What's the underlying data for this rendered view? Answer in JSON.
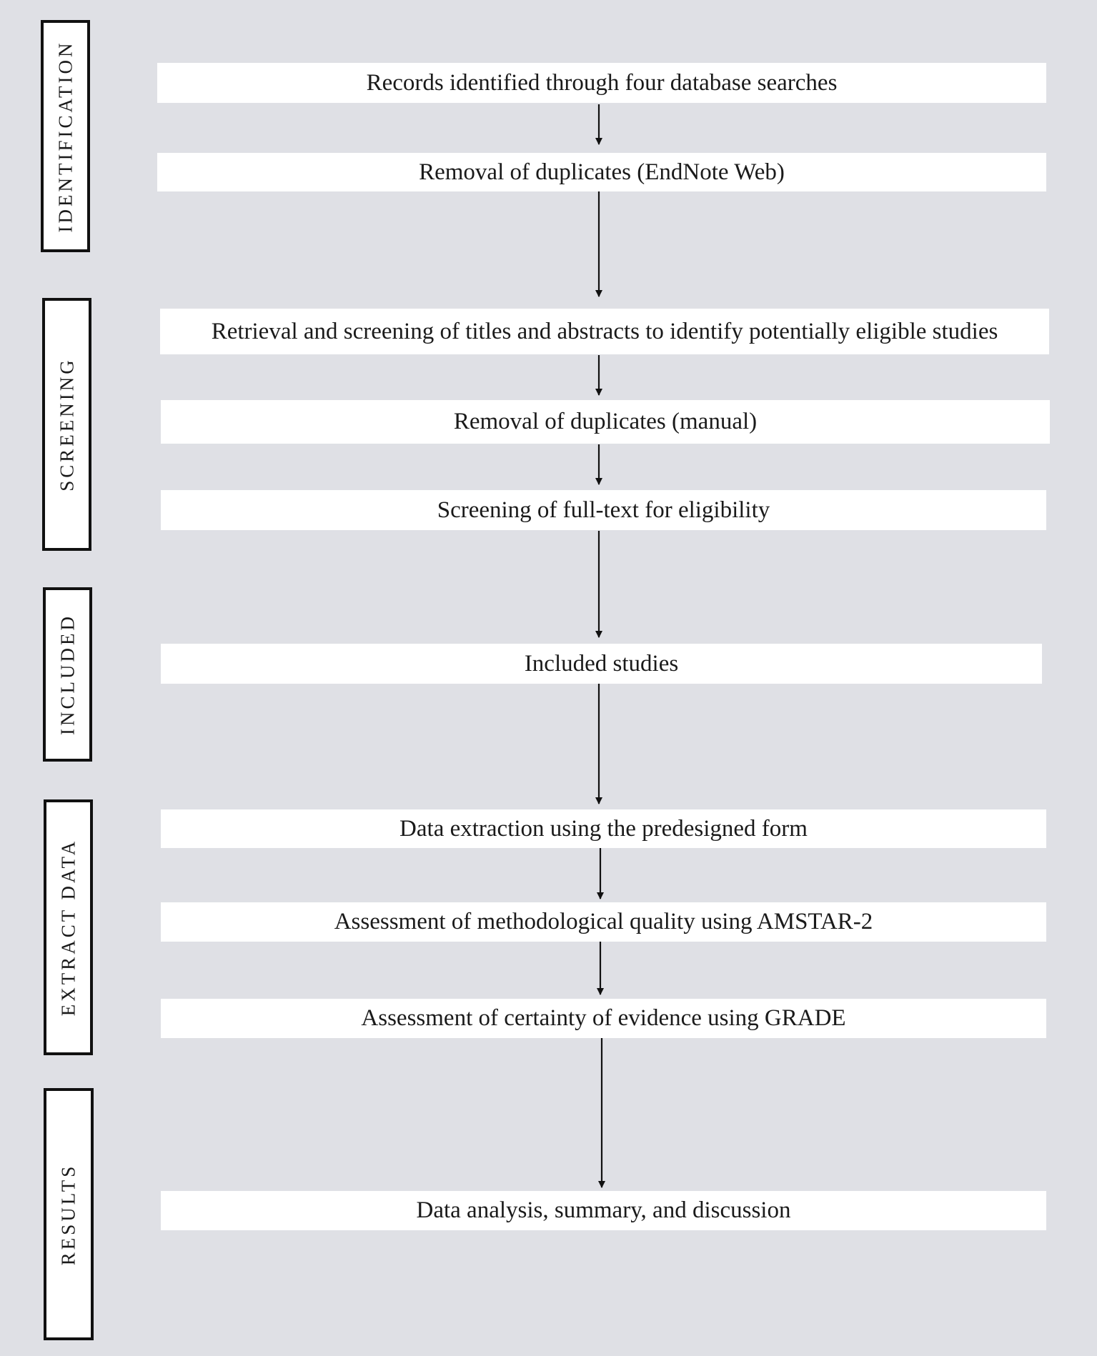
{
  "phases": [
    {
      "label": "IDENTIFICATION"
    },
    {
      "label": "SCREENING"
    },
    {
      "label": "INCLUDED"
    },
    {
      "label": "EXTRACT DATA"
    },
    {
      "label": "RESULTS"
    }
  ],
  "steps": [
    {
      "text": "Records identified through four database searches"
    },
    {
      "text": "Removal of duplicates (EndNote Web)"
    },
    {
      "text": "Retrieval and screening of titles and abstracts to identify potentially eligible studies"
    },
    {
      "text": "Removal of duplicates (manual)"
    },
    {
      "text": "Screening of full-text for eligibility"
    },
    {
      "text": "Included studies"
    },
    {
      "text": "Data extraction using the predesigned form"
    },
    {
      "text": "Assessment of methodological quality using AMSTAR-2"
    },
    {
      "text": "Assessment of certainty of evidence using GRADE"
    },
    {
      "text": "Data analysis, summary, and discussion"
    }
  ],
  "colors": {
    "background": "#dfe0e5",
    "box": "#ffffff",
    "line": "#111111"
  }
}
